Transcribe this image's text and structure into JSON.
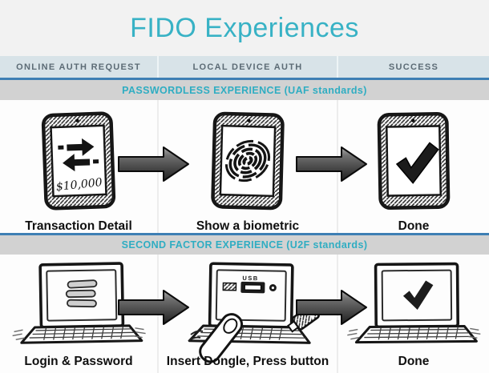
{
  "page": {
    "title": "FIDO Experiences"
  },
  "colors": {
    "accent_teal": "#38b2c5",
    "accent_blue": "#3e7fb4",
    "header_bg": "#d8e3e8",
    "band_bg": "#d2d2d2",
    "page_bg": "#f2f2f2",
    "arrow_dark": "#1f1f1f"
  },
  "header": {
    "columns": [
      "ONLINE AUTH REQUEST",
      "LOCAL DEVICE AUTH",
      "SUCCESS"
    ]
  },
  "sections": [
    {
      "band_label": "PASSWORDLESS EXPERIENCE (UAF standards)",
      "steps": [
        {
          "label": "Transaction Detail",
          "icon": "transfer-arrows-icon",
          "screen_text": "$10,000"
        },
        {
          "label": "Show a biometric",
          "icon": "fingerprint-icon"
        },
        {
          "label": "Done",
          "icon": "checkmark-icon"
        }
      ]
    },
    {
      "band_label": "SECOND FACTOR EXPERIENCE (U2F standards)",
      "steps": [
        {
          "label": "Login & Password",
          "icon": "login-form-icon"
        },
        {
          "label": "Insert Dongle, Press button",
          "icon": "usb-dongle-icon",
          "screen_text": "USB"
        },
        {
          "label": "Done",
          "icon": "checkmark-icon"
        }
      ]
    }
  ]
}
